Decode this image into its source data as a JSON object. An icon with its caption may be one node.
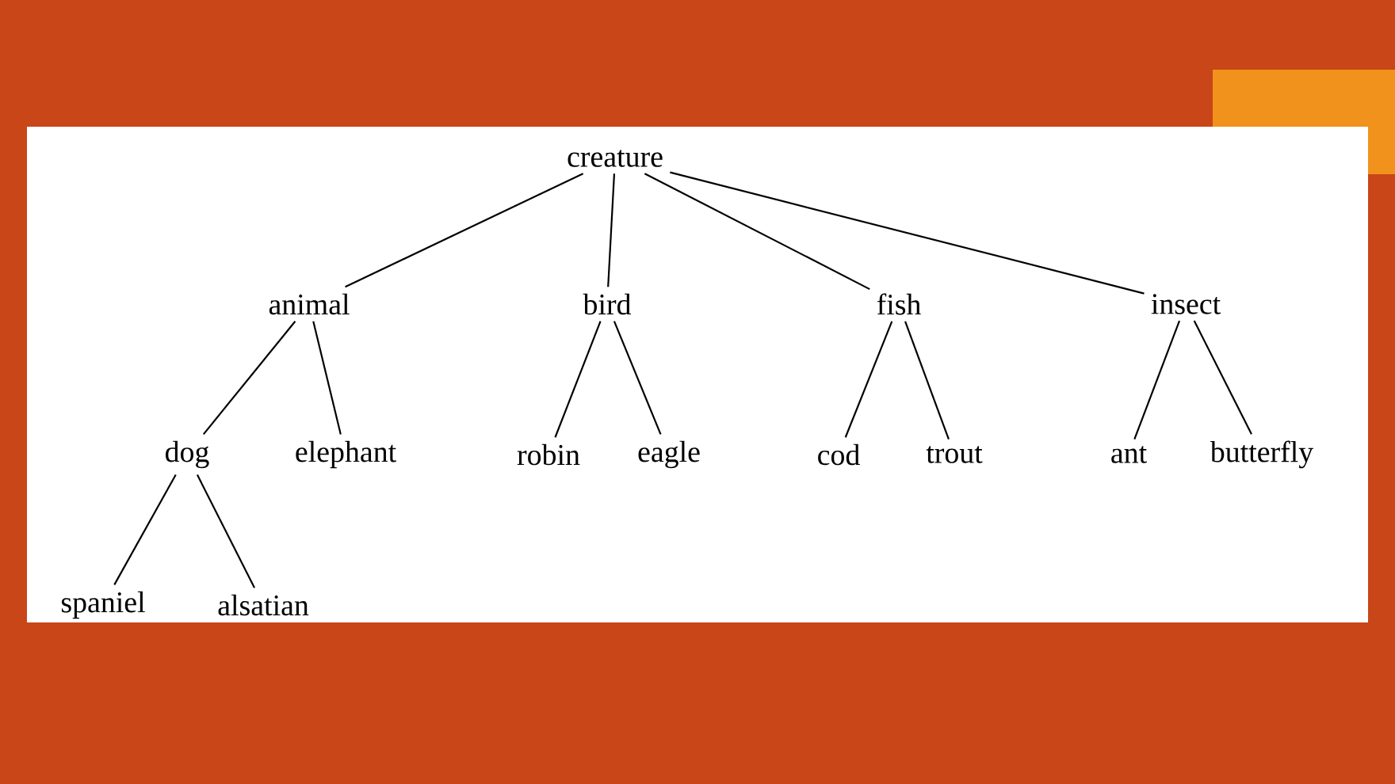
{
  "diagram": {
    "nodes": [
      {
        "text": [
          "creature"
        ]
      },
      {
        "text": [
          "animal"
        ]
      },
      {
        "text": [
          "bird"
        ]
      },
      {
        "text": [
          "fish"
        ]
      },
      {
        "text": [
          "insect"
        ]
      },
      {
        "text": [
          "dog"
        ]
      },
      {
        "text": [
          "elephant"
        ]
      },
      {
        "text": [
          "robin"
        ]
      },
      {
        "text": [
          "eagle"
        ]
      },
      {
        "text": [
          "cod"
        ]
      },
      {
        "text": [
          "trout"
        ]
      },
      {
        "text": [
          "ant"
        ]
      },
      {
        "text": [
          "butterfly"
        ]
      },
      {
        "text": [
          "spaniel"
        ]
      },
      {
        "text": [
          "alsatian"
        ]
      }
    ],
    "edges": [
      {
        "from": 0,
        "to": 1,
        "arrow": "none"
      },
      {
        "from": 0,
        "to": 2,
        "arrow": "none"
      },
      {
        "from": 0,
        "to": 3,
        "arrow": "none"
      },
      {
        "from": 0,
        "to": 4,
        "arrow": "none"
      },
      {
        "from": 1,
        "to": 5,
        "arrow": "none"
      },
      {
        "from": 1,
        "to": 6,
        "arrow": "none"
      },
      {
        "from": 2,
        "to": 7,
        "arrow": "none"
      },
      {
        "from": 2,
        "to": 8,
        "arrow": "none"
      },
      {
        "from": 3,
        "to": 9,
        "arrow": "none"
      },
      {
        "from": 3,
        "to": 10,
        "arrow": "none"
      },
      {
        "from": 4,
        "to": 11,
        "arrow": "none"
      },
      {
        "from": 4,
        "to": 12,
        "arrow": "none"
      },
      {
        "from": 5,
        "to": 13,
        "arrow": "none"
      },
      {
        "from": 5,
        "to": 14,
        "arrow": "none"
      }
    ]
  }
}
